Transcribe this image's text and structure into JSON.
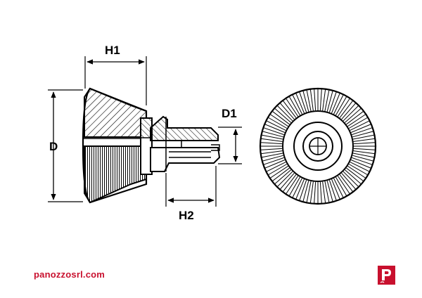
{
  "dimensions": {
    "h1": "H1",
    "d": "D",
    "d1": "D1",
    "h2": "H2"
  },
  "footer": {
    "website": "panozzosrl.com"
  },
  "colors": {
    "brand_red": "#c8102e",
    "line": "#000000",
    "background": "#ffffff"
  },
  "icons": {
    "logo": "panozzo-p-logo"
  }
}
